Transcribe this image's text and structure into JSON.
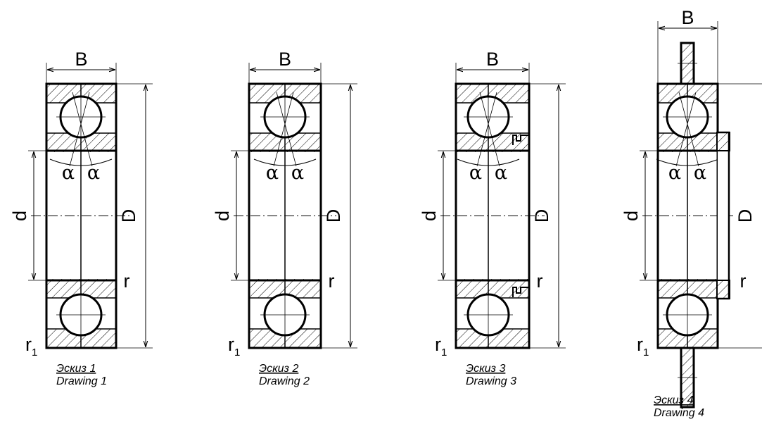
{
  "labels": {
    "width": "B",
    "outer_diameter": "D",
    "bore": "d",
    "radius": "r",
    "radius1_base": "r",
    "radius1_sub": "1",
    "alpha": "α"
  },
  "drawings": [
    {
      "caption_ru": "Эскиз",
      "caption_en": "Drawing",
      "number": "1"
    },
    {
      "caption_ru": "Эскиз",
      "caption_en": "Drawing",
      "number": "2"
    },
    {
      "caption_ru": "Эскиз",
      "caption_en": "Drawing",
      "number": "3"
    },
    {
      "caption_ru": "Эскиз",
      "caption_en": "Drawing",
      "number": "4"
    }
  ]
}
